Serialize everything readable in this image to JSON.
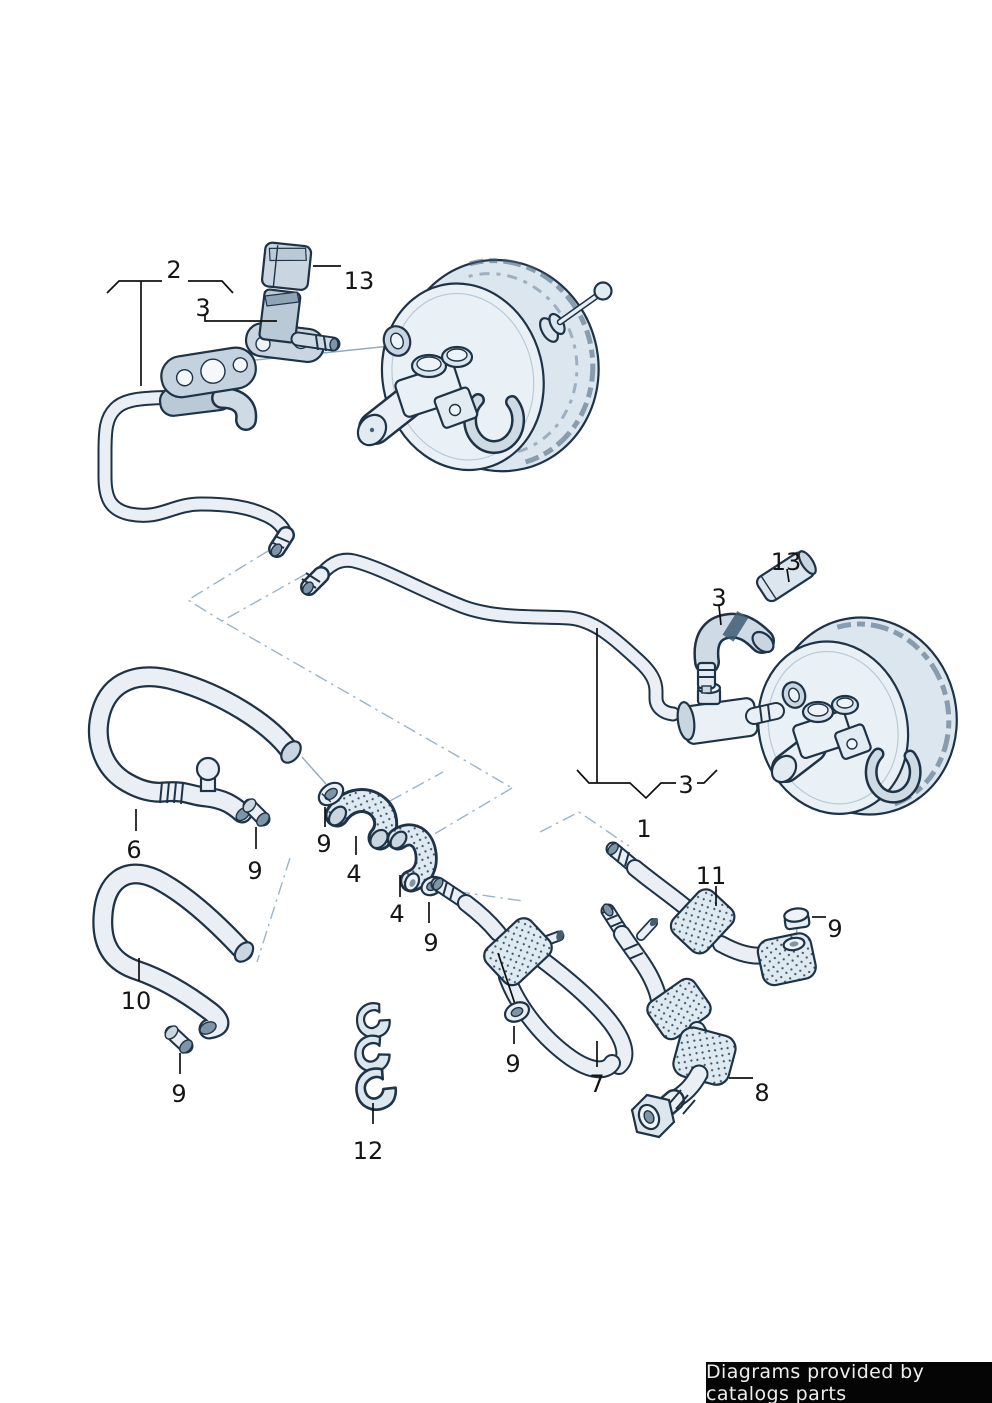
{
  "footer": {
    "text": "Diagrams provided by catalogs parts"
  },
  "colors": {
    "outline": "#1e3346",
    "part_fill": "#eaf1f6",
    "part_shade": "#c9d6e1",
    "speckle": "#3a5870",
    "construction_line": "#9bb4c8",
    "label_text": "#151515",
    "footer_bg": "#050505",
    "footer_text": "#ededed"
  },
  "callouts": [
    {
      "n": "2"
    },
    {
      "n": "3"
    },
    {
      "n": "13"
    },
    {
      "n": "13"
    },
    {
      "n": "3"
    },
    {
      "n": "3"
    },
    {
      "n": "1"
    },
    {
      "n": "11"
    },
    {
      "n": "9"
    },
    {
      "n": "6"
    },
    {
      "n": "9"
    },
    {
      "n": "9"
    },
    {
      "n": "4"
    },
    {
      "n": "4"
    },
    {
      "n": "9"
    },
    {
      "n": "10"
    },
    {
      "n": "9"
    },
    {
      "n": "9"
    },
    {
      "n": "7"
    },
    {
      "n": "8"
    },
    {
      "n": "12"
    }
  ]
}
